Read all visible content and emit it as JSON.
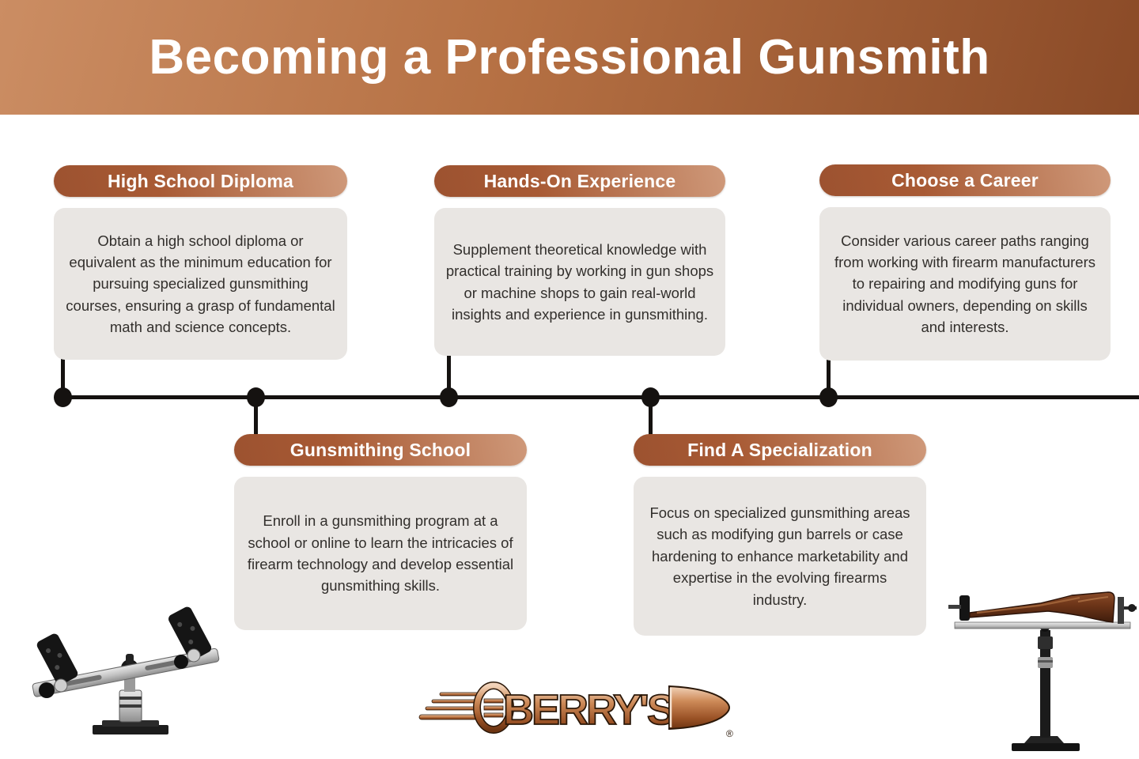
{
  "header": {
    "title": "Becoming a Professional Gunsmith"
  },
  "milestones": [
    {
      "title": "High School Diploma",
      "description": "Obtain a high school diploma or equivalent as the minimum education for pursuing specialized gunsmithing courses, ensuring a grasp of fundamental math and science concepts."
    },
    {
      "title": "Gunsmithing School",
      "description": "Enroll in a gunsmithing program at a school or online to learn the intricacies of firearm technology and develop essential gunsmithing skills."
    },
    {
      "title": "Hands-On Experience",
      "description": "Supplement theoretical knowledge with practical training by working in gun shops or machine shops to gain real-world insights and experience in gunsmithing."
    },
    {
      "title": "Find A Specialization",
      "description": "Focus on specialized gunsmithing areas such as modifying gun barrels or case hardening to enhance marketability and expertise in the evolving firearms industry."
    },
    {
      "title": "Choose a Career",
      "description": "Consider various career paths ranging from working with firearm manufacturers to repairing and modifying guns for individual owners, depending on skills and interests."
    }
  ],
  "brand": {
    "name": "BERRY'S",
    "registered_mark": "®"
  },
  "colors": {
    "header_gradient_light": "#cb8d63",
    "header_gradient_dark": "#8a4a27",
    "pill_gradient_dark": "#9c5230",
    "pill_gradient_light": "#cf997a",
    "card_background": "#e9e6e3",
    "body_text": "#322f2c",
    "timeline": "#151210",
    "title_text": "#ffffff"
  }
}
